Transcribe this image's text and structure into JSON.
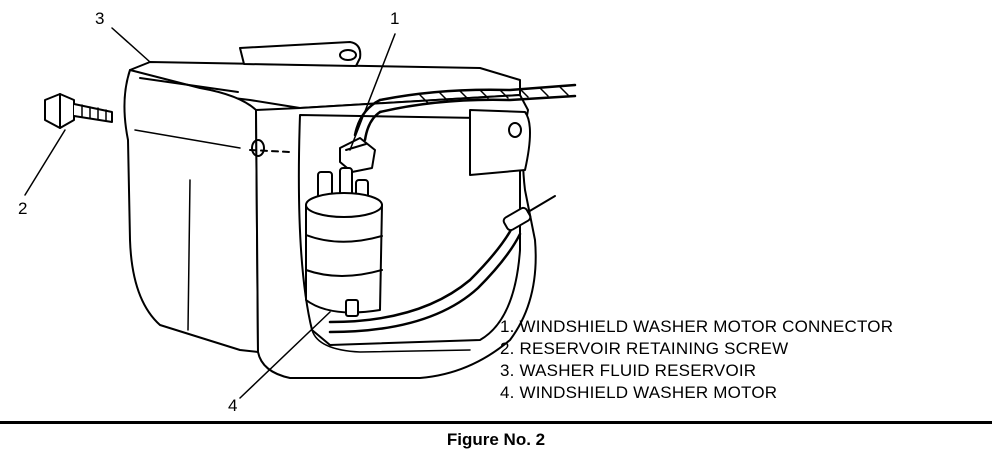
{
  "callouts": {
    "c1": "1",
    "c2": "2",
    "c3": "3",
    "c4": "4"
  },
  "legend": [
    "1. WINDSHIELD WASHER MOTOR CONNECTOR",
    "2. RESERVOIR RETAINING SCREW",
    "3. WASHER FLUID RESERVOIR",
    "4. WINDSHIELD WASHER MOTOR"
  ],
  "caption": "Figure No. 2",
  "colors": {
    "ink": "#000000",
    "paper": "#ffffff",
    "shade": "#555555"
  }
}
